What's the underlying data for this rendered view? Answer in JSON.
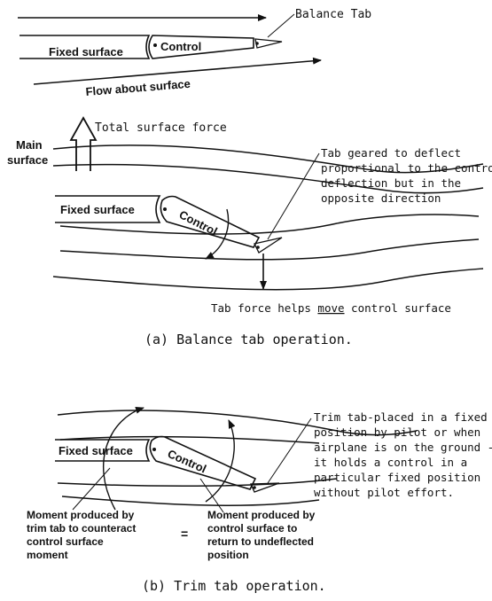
{
  "top": {
    "balance_tab": "Balance Tab",
    "fixed_surface": "Fixed surface",
    "control": "Control",
    "flow": "Flow about surface"
  },
  "balance": {
    "total_force": "Total surface force",
    "main_surface": [
      "Main",
      "surface"
    ],
    "fixed_surface": "Fixed surface",
    "control": "Control",
    "tab_note": [
      "Tab geared to deflect",
      "proportional to the control",
      "deflection but in the",
      "opposite direction"
    ],
    "tab_force_pre": "Tab force helps ",
    "tab_force_move": "move",
    "tab_force_post": " control surface",
    "caption": "(a) Balance tab operation."
  },
  "trim": {
    "fixed_surface": "Fixed surface",
    "control": "Control",
    "trim_note": [
      "Trim tab-placed in a fixed",
      "position by pilot or when",
      "airplane is on the ground -",
      "it holds a control in a",
      "particular fixed position",
      "without pilot effort."
    ],
    "moment_left": [
      "Moment produced by",
      "trim tab to counteract",
      "control surface",
      "moment"
    ],
    "equals": "=",
    "moment_right": [
      "Moment produced by",
      "control surface to",
      "return to undeflected",
      "position"
    ],
    "caption": "(b) Trim tab operation."
  }
}
